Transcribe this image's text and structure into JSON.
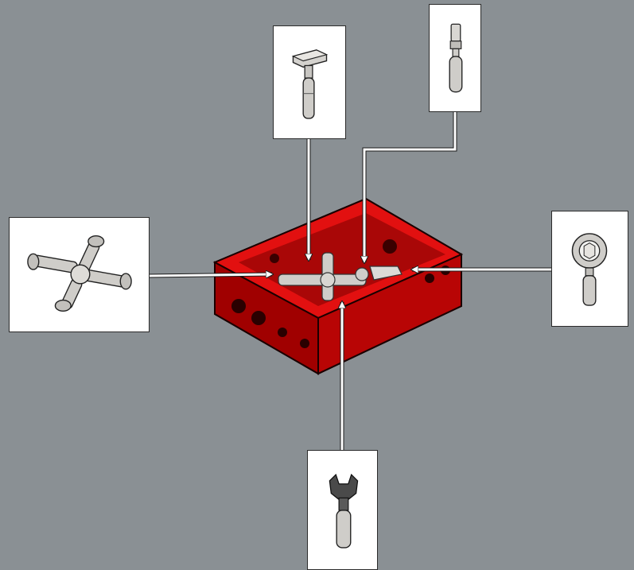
{
  "diagram": {
    "center_part": "red-technic-brick-with-tool-slots",
    "tools": [
      {
        "name": "hammer-icon",
        "position": "top-center"
      },
      {
        "name": "screwdriver-icon",
        "position": "top-right"
      },
      {
        "name": "cross-wrench-icon",
        "position": "left"
      },
      {
        "name": "ball-joint-socket-icon",
        "position": "right"
      },
      {
        "name": "open-wrench-icon",
        "position": "bottom"
      }
    ],
    "colors": {
      "background": "#8a9094",
      "brick": "#d90b0b",
      "brick_dark": "#9a0000",
      "tool_gray": "#c9c7c3",
      "arrow": "#ffffff"
    }
  }
}
